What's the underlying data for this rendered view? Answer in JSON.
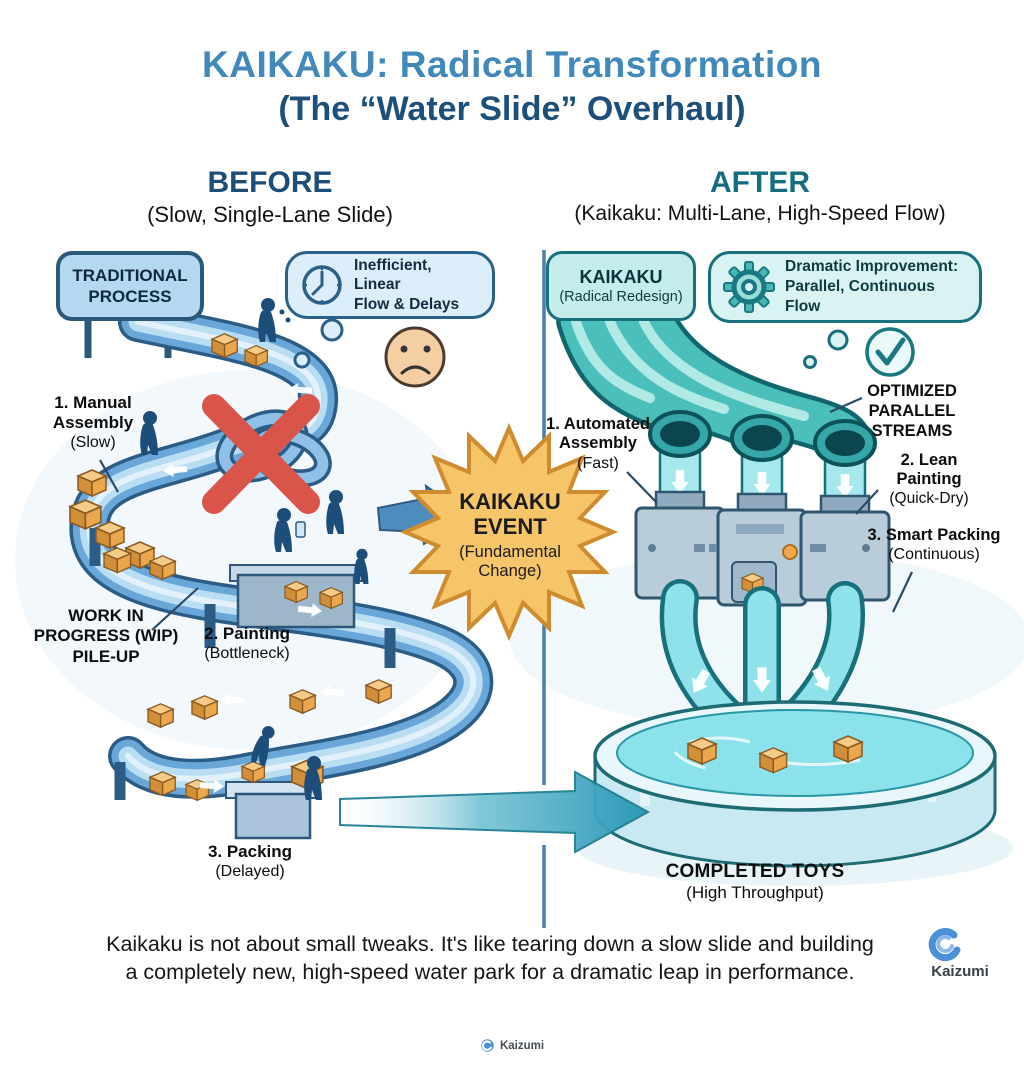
{
  "title": {
    "line1": "KAIKAKU: Radical Transformation",
    "line2": "(The “Water Slide” Overhaul)"
  },
  "before": {
    "heading": "BEFORE",
    "subtitle": "(Slow, Single-Lane Slide)",
    "sign_line1": "TRADITIONAL",
    "sign_line2": "PROCESS",
    "bubble_line1": "Inefficient, Linear",
    "bubble_line2": "Flow & Delays",
    "step1_title": "1. Manual Assembly",
    "step1_note": "(Slow)",
    "wip_label": "WORK IN PROGRESS (WIP) PILE-UP",
    "step2_title": "2. Painting",
    "step2_note": "(Bottleneck)",
    "step3_title": "3. Packing",
    "step3_note": "(Delayed)"
  },
  "center": {
    "event_title": "KAIKAKU EVENT",
    "event_note": "(Fundamental Change)"
  },
  "after": {
    "heading": "AFTER",
    "subtitle": "(Kaikaku: Multi-Lane, High-Speed Flow)",
    "sign_title": "KAIKAKU",
    "sign_sub": "(Radical Redesign)",
    "bubble_line1": "Dramatic Improvement:",
    "bubble_line2": "Parallel, Continuous Flow",
    "streams_label": "OPTIMIZED PARALLEL STREAMS",
    "step1_title": "1. Automated Assembly",
    "step1_note": "(Fast)",
    "step2_title": "2. Lean Painting",
    "step2_note": "(Quick-Dry)",
    "step3_title": "3. Smart Packing",
    "step3_note": "(Continuous)",
    "output_title": "COMPLETED TOYS",
    "output_note": "(High Throughput)"
  },
  "footer": {
    "caption_line1": "Kaikaku is not about small tweaks. It's like tearing down a slow slide and building",
    "caption_line2": "a completely new, high-speed water park for a dramatic leap in performance.",
    "brand": "Kaizumi",
    "footer_brand": "Kaizumi"
  },
  "colors": {
    "title_light_blue": "#4089ba",
    "title_dark_blue": "#1c4f7a",
    "before_blue": "#1d4e77",
    "after_teal": "#156e80",
    "slide_blue": "#69a7d8",
    "tube_teal": "#4bc0ba",
    "starburst_orange": "#f6c469",
    "error_red": "#d9554a",
    "box_tan": "#eaa74d",
    "pool_cyan": "#8ce2ea",
    "brand_blue": "#4a90d9"
  }
}
